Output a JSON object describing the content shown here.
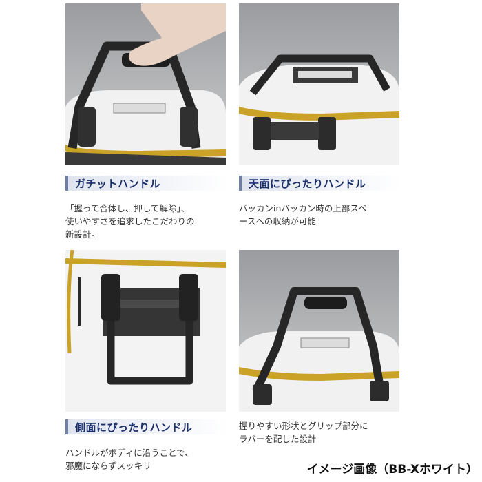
{
  "panels": [
    {
      "heading": "ガチットハンドル",
      "description": "「握って合体し、押して解除」、\n使いやすさを追求したこだわりの\n新設計。"
    },
    {
      "heading": "天面にぴったりハンドル",
      "description": "バッカンinバッカン時の上部スペ\nースへの収納が可能"
    },
    {
      "heading": "側面にぴったりハンドル",
      "description": "ハンドルがボディに沿うことで、\n邪魔にならずスッキリ"
    },
    {
      "heading": "",
      "description": "握りやすい形状とグリップ部分に\nラバーを配した設計"
    }
  ],
  "caption": "イメージ画像（BB-Xホワイト）",
  "colors": {
    "heading_text": "#1b2f6b",
    "heading_bar": "#6e7fa8",
    "bag_body": "#f2f2f2",
    "zipper_trim": "#c9a227",
    "handle": "#2a2a2a",
    "photo_background": "#a9abad"
  }
}
